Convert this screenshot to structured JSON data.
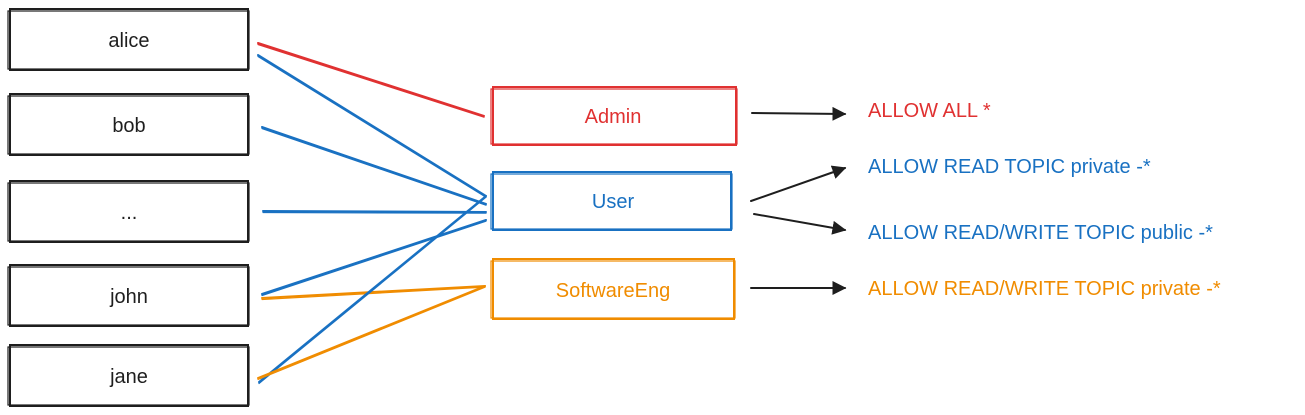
{
  "users": [
    {
      "id": "alice",
      "label": "alice"
    },
    {
      "id": "bob",
      "label": "bob"
    },
    {
      "id": "more",
      "label": "..."
    },
    {
      "id": "john",
      "label": "john"
    },
    {
      "id": "jane",
      "label": "jane"
    }
  ],
  "roles": [
    {
      "id": "admin",
      "label": "Admin",
      "color": "#e03131"
    },
    {
      "id": "user",
      "label": "User",
      "color": "#1971c2"
    },
    {
      "id": "softwareeng",
      "label": "SoftwareEng",
      "color": "#f08c00"
    }
  ],
  "rules": [
    {
      "id": "allow-all",
      "label": "ALLOW ALL *",
      "role": "admin",
      "color": "#e03131"
    },
    {
      "id": "allow-read-private",
      "label": "ALLOW READ TOPIC private -*",
      "role": "user",
      "color": "#1971c2"
    },
    {
      "id": "allow-rw-public",
      "label": "ALLOW READ/WRITE TOPIC public -*",
      "role": "user",
      "color": "#1971c2"
    },
    {
      "id": "allow-rw-private",
      "label": "ALLOW READ/WRITE TOPIC private -*",
      "role": "softwareeng",
      "color": "#f08c00"
    }
  ],
  "memberships": [
    {
      "user": "alice",
      "role": "admin"
    },
    {
      "user": "alice",
      "role": "user"
    },
    {
      "user": "bob",
      "role": "user"
    },
    {
      "user": "more",
      "role": "user"
    },
    {
      "user": "john",
      "role": "user"
    },
    {
      "user": "john",
      "role": "softwareeng"
    },
    {
      "user": "jane",
      "role": "user"
    },
    {
      "user": "jane",
      "role": "softwareeng"
    }
  ],
  "colors": {
    "stroke": "#1e1e1e",
    "arrow": "#1e1e1e"
  }
}
